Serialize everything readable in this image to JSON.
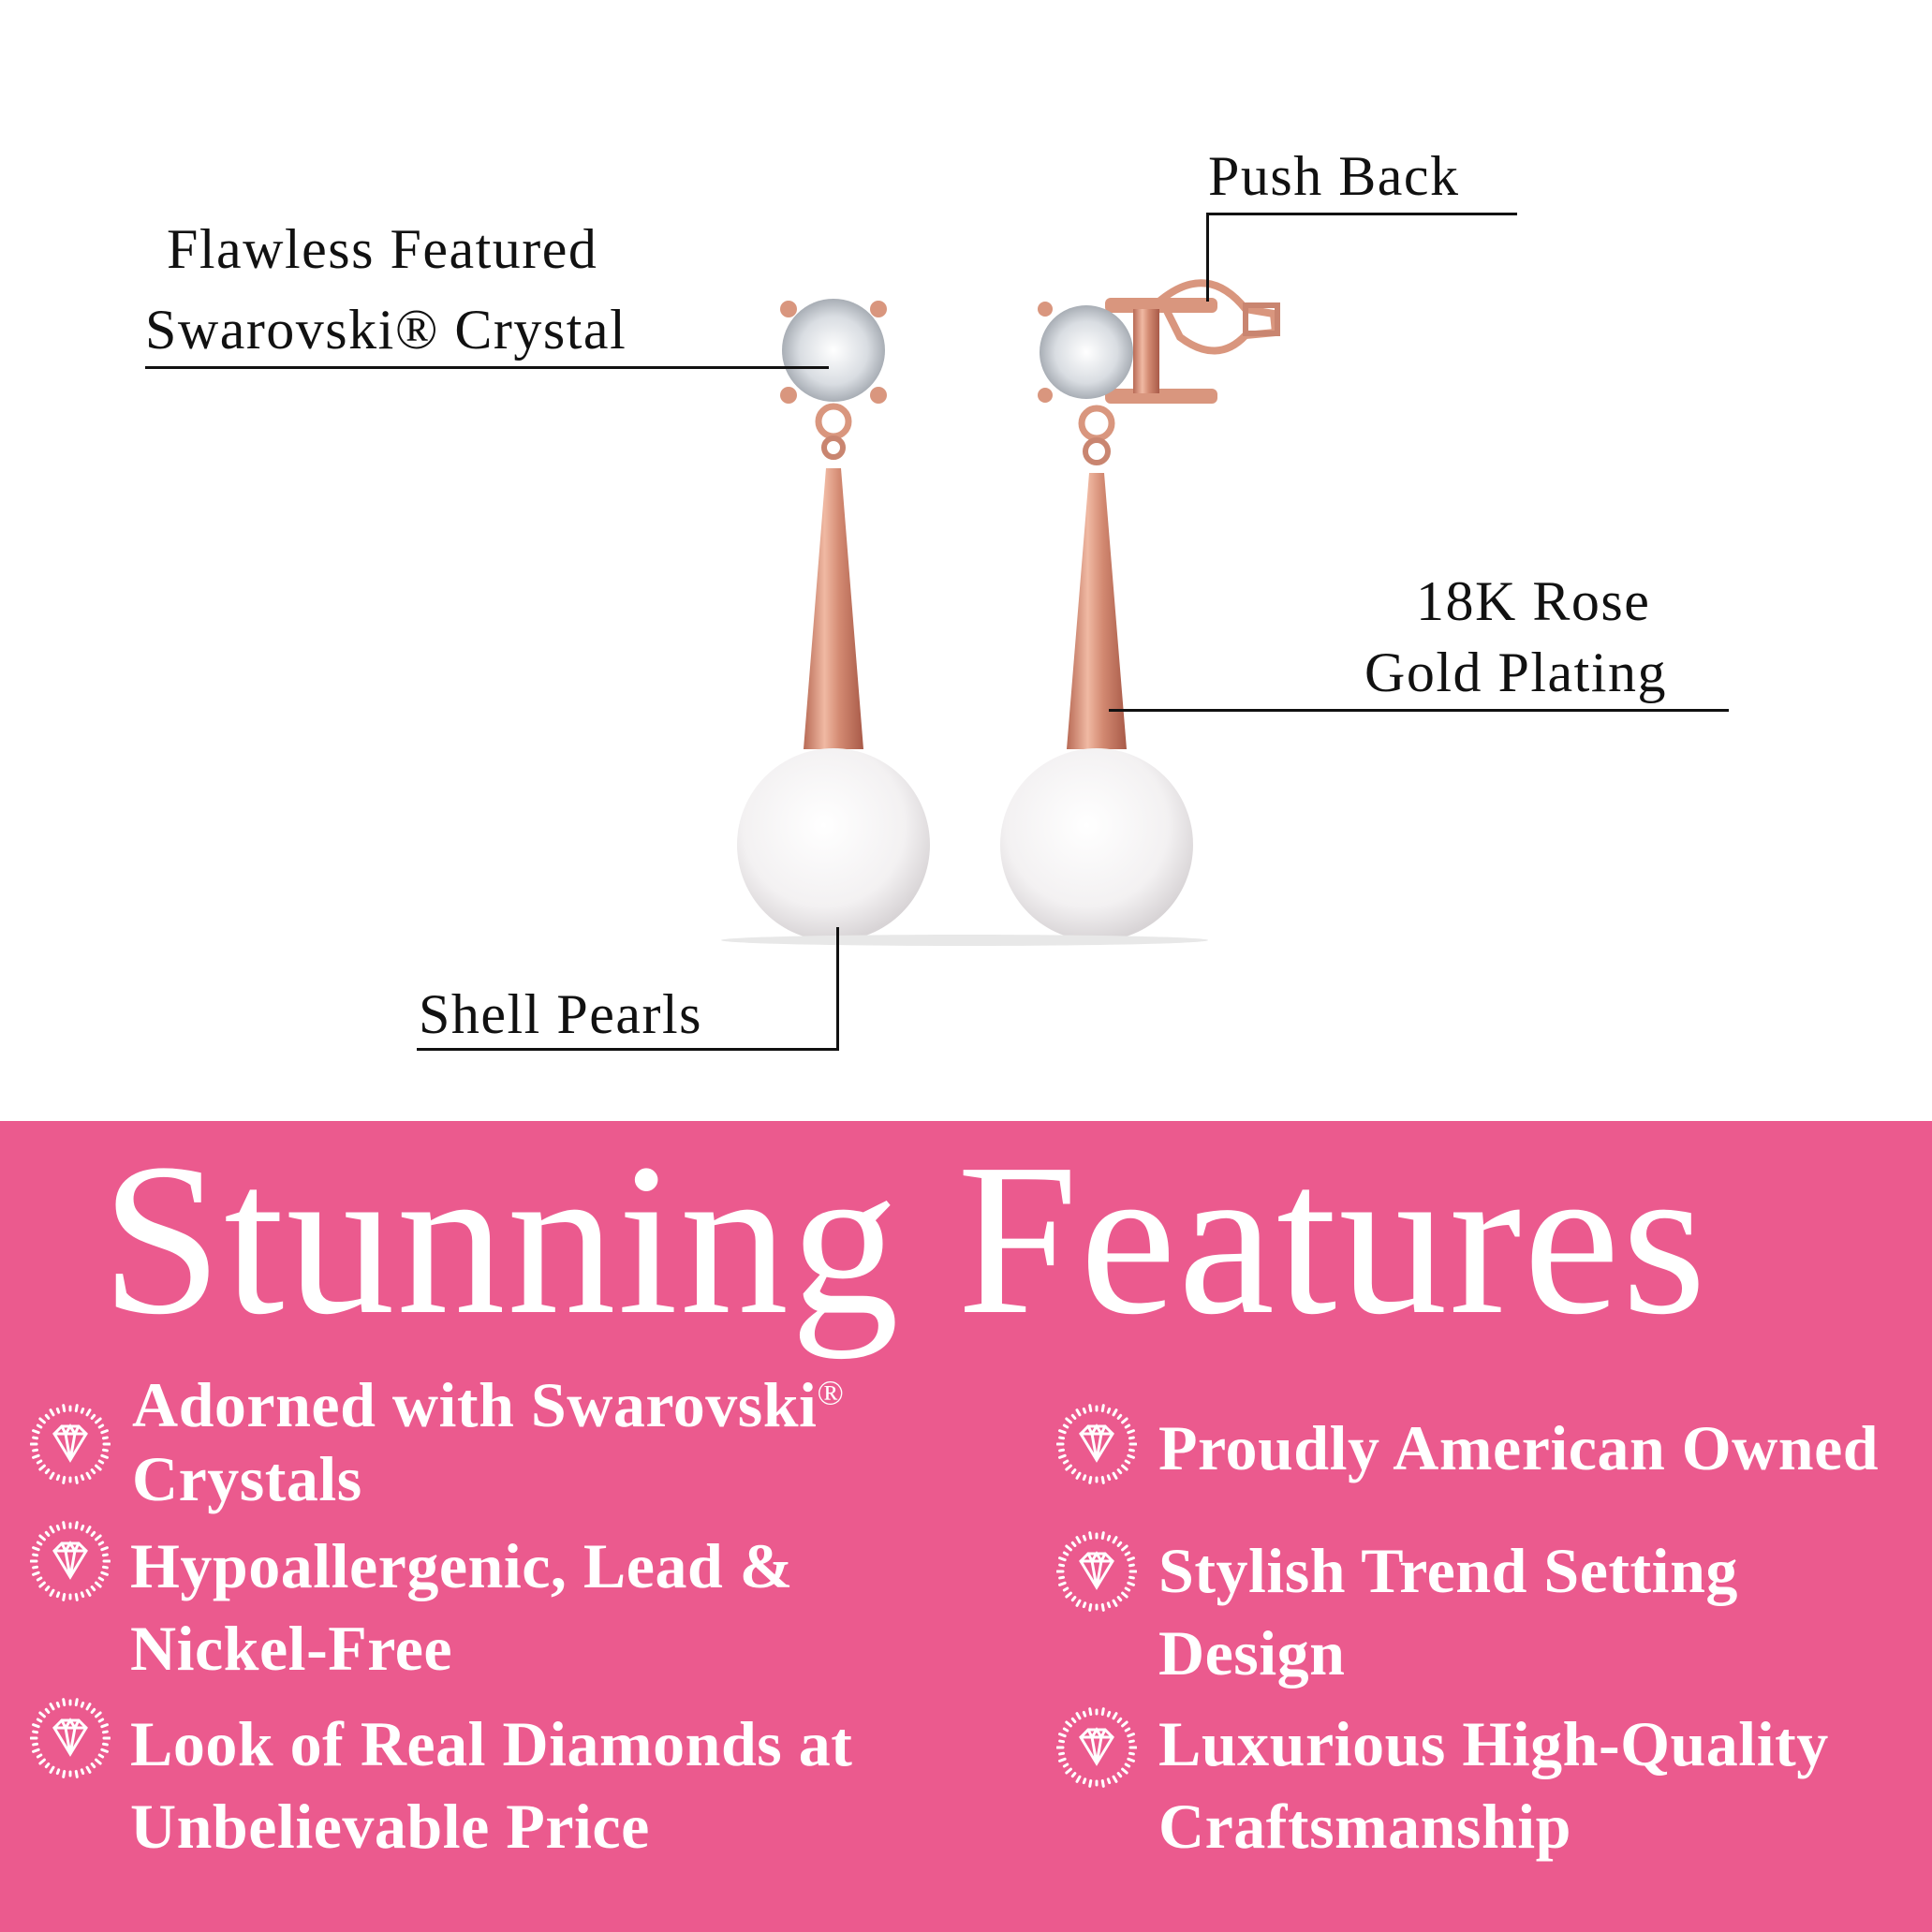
{
  "callouts": {
    "crystal": [
      "Flawless Featured",
      "Swarovski® Crystal"
    ],
    "push_back": "Push Back",
    "plating": [
      "18K Rose",
      "Gold Plating"
    ],
    "pearls": "Shell Pearls"
  },
  "features_title": "Stunning Features",
  "features_left": [
    {
      "lines": [
        "Adorned with Swarovski",
        "Crystals"
      ],
      "sup": "®",
      "icon": "diamond-badge-icon"
    },
    {
      "lines": [
        "Hypoallergenic, Lead &",
        "Nickel-Free"
      ],
      "icon": "diamond-badge-icon"
    },
    {
      "lines": [
        "Look of Real Diamonds at",
        "Unbelievable Price"
      ],
      "icon": "diamond-badge-icon"
    }
  ],
  "features_right": [
    {
      "lines": [
        "Proudly American Owned"
      ],
      "icon": "diamond-badge-icon"
    },
    {
      "lines": [
        "Stylish Trend Setting",
        "Design"
      ],
      "icon": "diamond-badge-icon"
    },
    {
      "lines": [
        "Luxurious High-Quality",
        "Craftsmanship"
      ],
      "icon": "diamond-badge-icon"
    }
  ],
  "colors": {
    "band": "#eb5a8e",
    "rose_gold": "#d9967e",
    "text_dark": "#111111"
  }
}
